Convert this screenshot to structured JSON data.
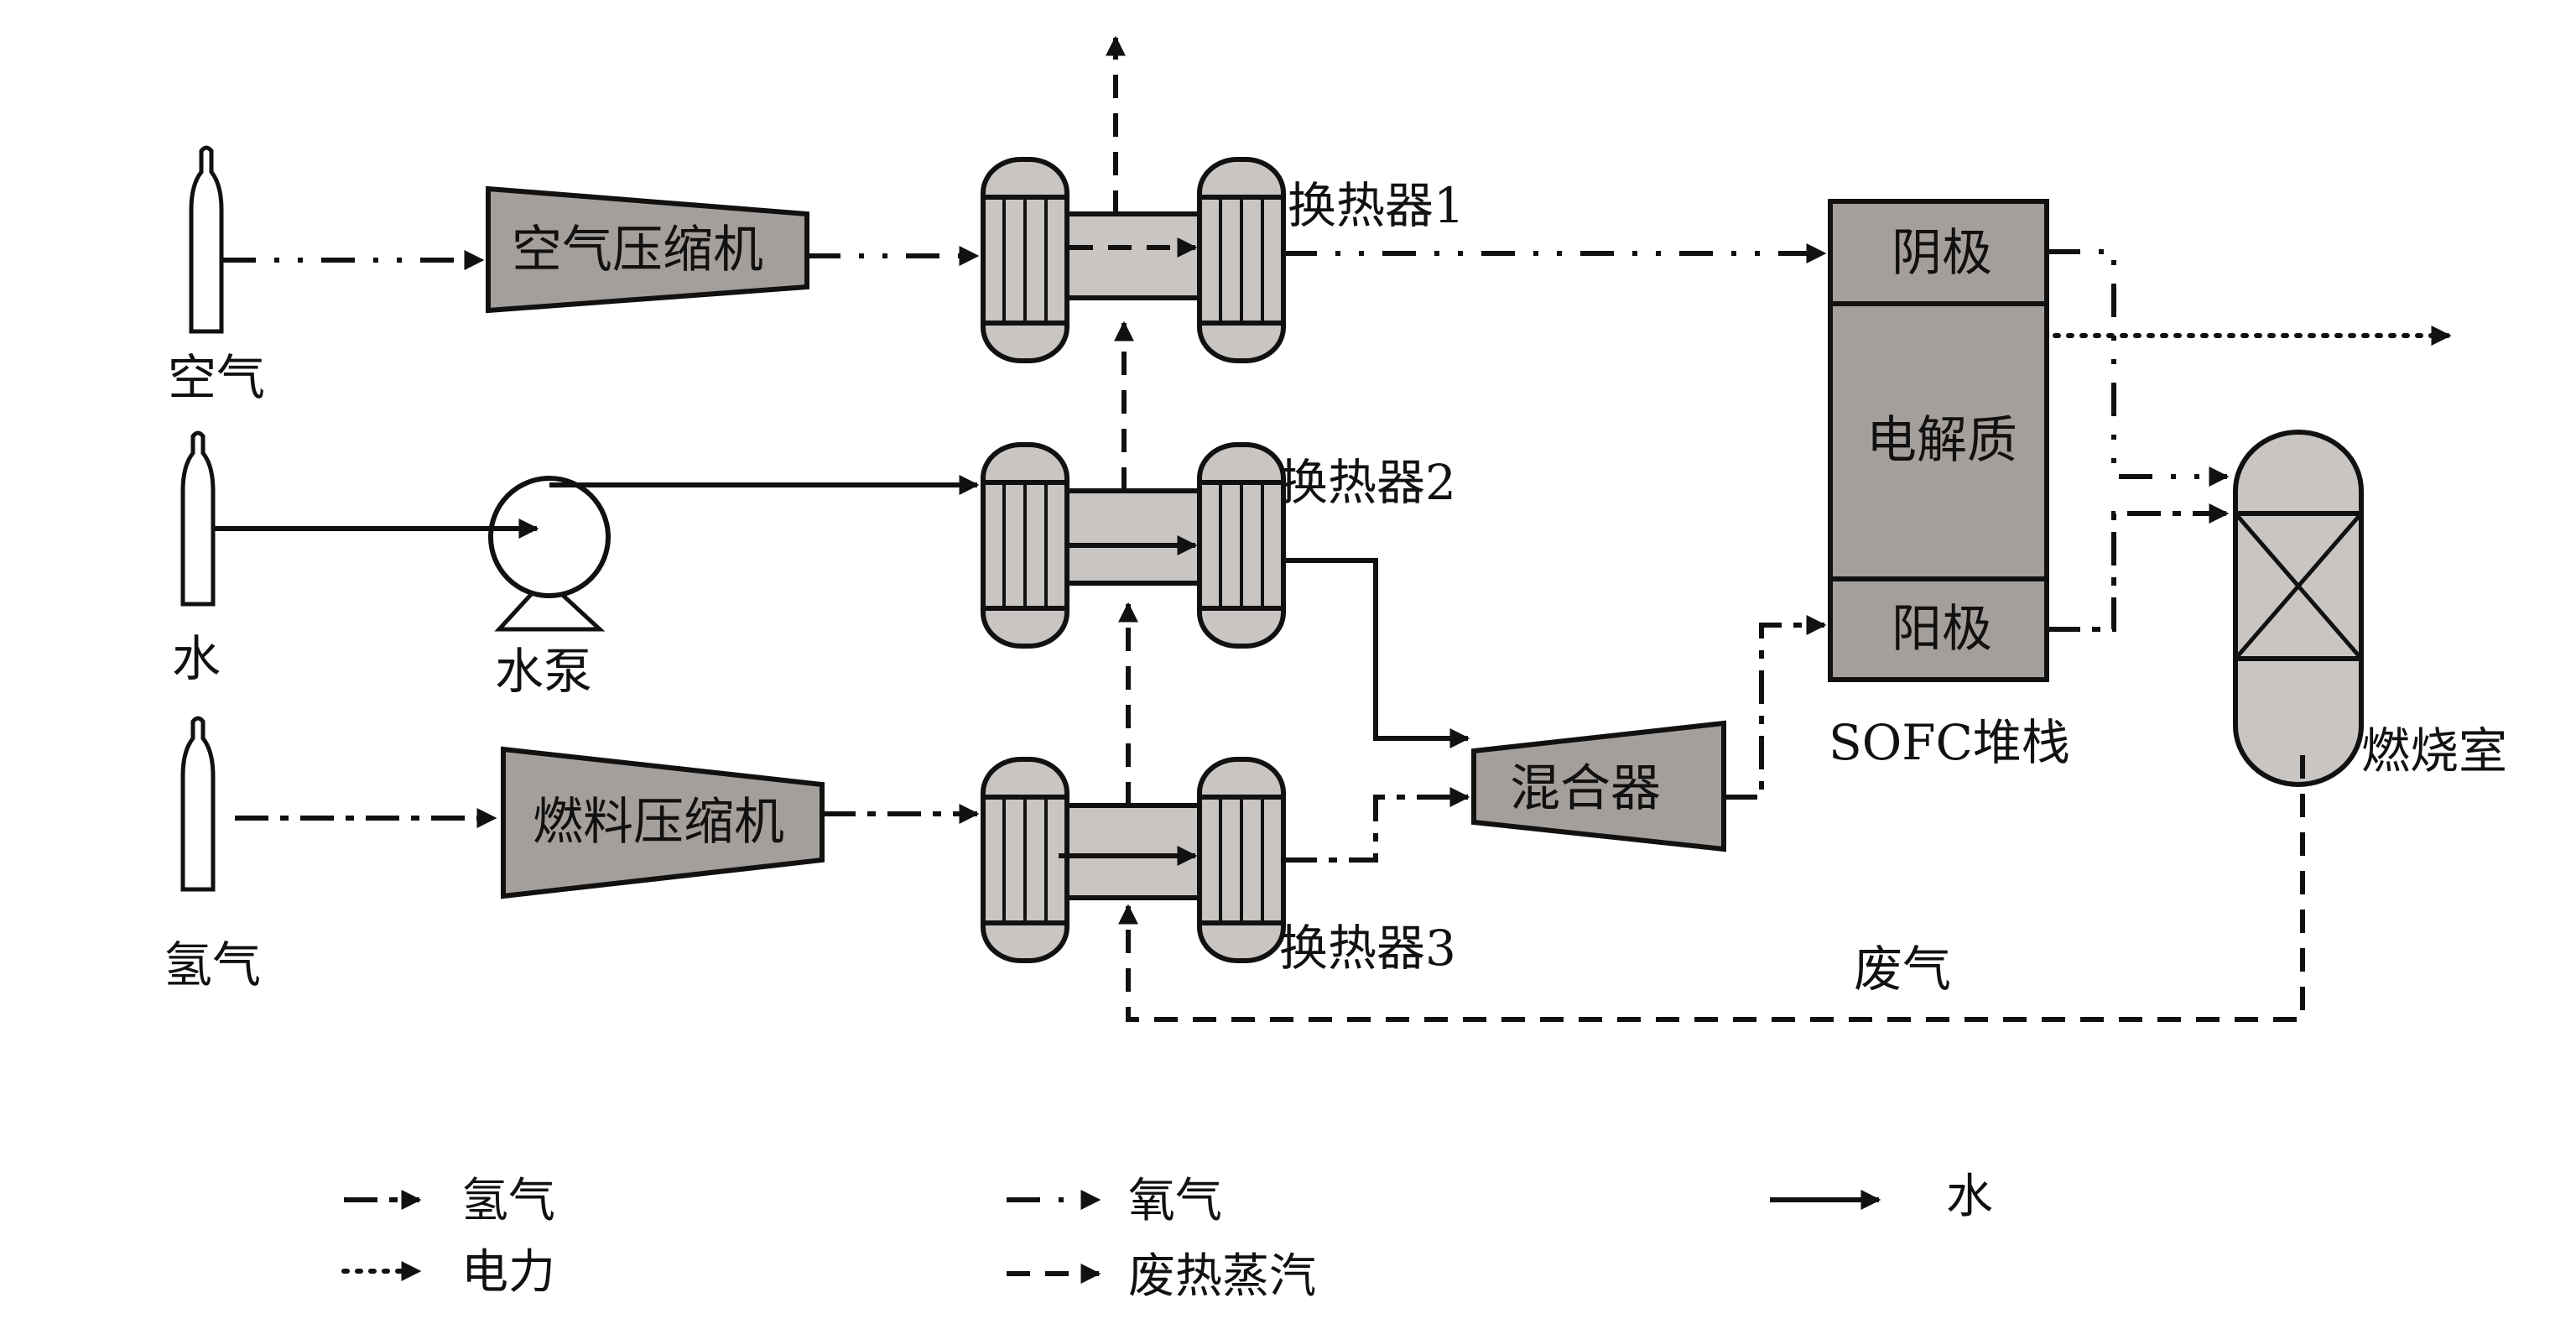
{
  "title": "SOFC系统流程图",
  "sources": {
    "air": "空气",
    "water": "水",
    "hydrogen": "氢气"
  },
  "equipment": {
    "air_compressor": "空气压缩机",
    "fuel_compressor": "燃料压缩机",
    "water_pump": "水泵",
    "heat_exchanger_1": "换热器1",
    "heat_exchanger_2": "换热器2",
    "heat_exchanger_3": "换热器3",
    "mixer": "混合器",
    "sofc_stack": "SOFC堆栈",
    "cathode": "阴极",
    "electrolyte": "电解质",
    "anode": "阳极",
    "combustor": "燃烧室"
  },
  "stream_labels": {
    "exhaust": "废气"
  },
  "legend": [
    {
      "style": "hydrogen",
      "label": "氢气"
    },
    {
      "style": "oxygen",
      "label": "氧气"
    },
    {
      "style": "water",
      "label": "水"
    },
    {
      "style": "power",
      "label": "电力"
    },
    {
      "style": "steam",
      "label": "废热蒸汽"
    }
  ],
  "colors": {
    "equipment_fill": "#a59f9c",
    "equipment_light_fill": "#c9c5c2",
    "line": "#111111"
  }
}
